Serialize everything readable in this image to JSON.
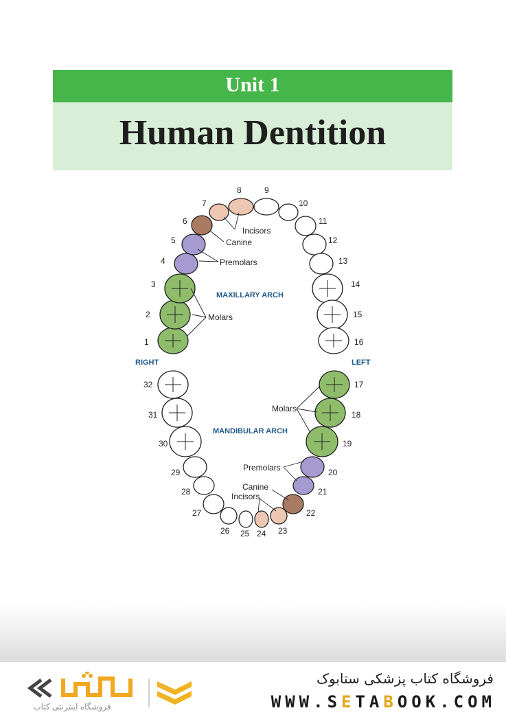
{
  "header": {
    "unit": "Unit 1",
    "title": "Human Dentition"
  },
  "diagram": {
    "maxillary": "MAXILLARY ARCH",
    "mandibular": "MANDIBULAR ARCH",
    "right": "RIGHT",
    "left": "LEFT",
    "upper_labels": {
      "incisors": "Incisors",
      "canine": "Canine",
      "premolars": "Premolars",
      "molars": "Molars"
    },
    "lower_labels": {
      "molars": "Molars",
      "premolars": "Premolars",
      "canine": "Canine",
      "incisors": "Incisors"
    },
    "numbers": [
      "1",
      "2",
      "3",
      "4",
      "5",
      "6",
      "7",
      "8",
      "9",
      "10",
      "11",
      "12",
      "13",
      "14",
      "15",
      "16",
      "17",
      "18",
      "19",
      "20",
      "21",
      "22",
      "23",
      "24",
      "25",
      "26",
      "27",
      "28",
      "29",
      "30",
      "31",
      "32"
    ],
    "colors": {
      "molar": "#8fbc6b",
      "premolar": "#a59bd0",
      "canine": "#a97b63",
      "incisor": "#edc7b2",
      "plain": "#ffffff"
    }
  },
  "footer": {
    "shop_name": "فروشگاه کتاب پزشکی ستابوک",
    "url_a": "WWW.S",
    "url_b": "E",
    "url_c": "TA",
    "url_d": "B",
    "url_e": "OOK.COM",
    "logo_sub": "فروشگاه اینترنتی کتاب"
  }
}
